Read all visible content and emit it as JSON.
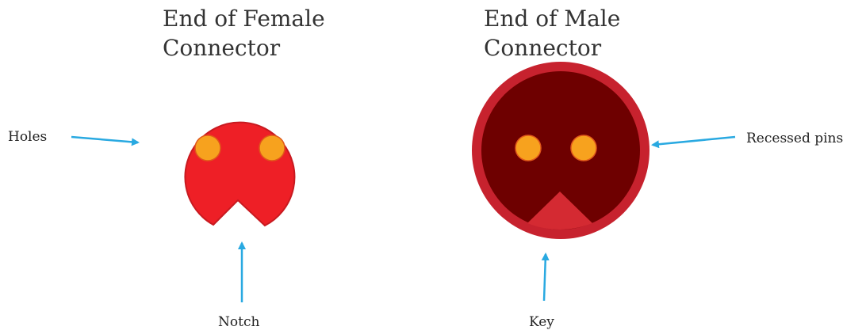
{
  "female": {
    "title_line1": "End of Female",
    "title_line2": "Connector",
    "label_holes": "Holes",
    "label_notch": "Notch"
  },
  "male": {
    "title_line1": "End of Male",
    "title_line2": "Connector",
    "label_pins": "Recessed pins",
    "label_key": "Key"
  },
  "colors": {
    "female_body": "#ee1f26",
    "female_outline": "#c81a20",
    "hole_fill": "#f7a21e",
    "hole_outline": "#e0581a",
    "male_rim": "#c7222e",
    "male_interior": "#6e0000",
    "male_key": "#d42a32",
    "arrow": "#29a9e1"
  }
}
